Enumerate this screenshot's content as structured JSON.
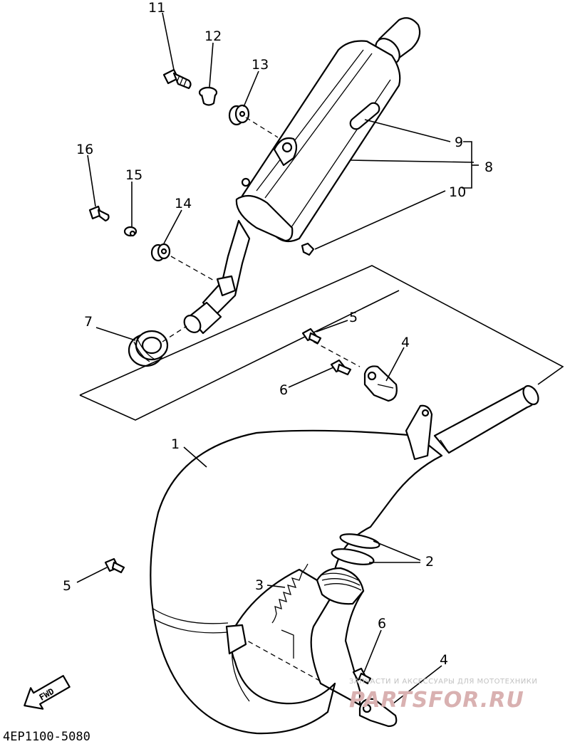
{
  "diagram": {
    "callouts": [
      {
        "id": "c1",
        "text": "1"
      },
      {
        "id": "c2",
        "text": "2"
      },
      {
        "id": "c3",
        "text": "3"
      },
      {
        "id": "c4a",
        "text": "4"
      },
      {
        "id": "c4b",
        "text": "4"
      },
      {
        "id": "c5a",
        "text": "5"
      },
      {
        "id": "c5b",
        "text": "5"
      },
      {
        "id": "c6a",
        "text": "6"
      },
      {
        "id": "c6b",
        "text": "6"
      },
      {
        "id": "c7",
        "text": "7"
      },
      {
        "id": "c8",
        "text": "8"
      },
      {
        "id": "c9",
        "text": "9"
      },
      {
        "id": "c10",
        "text": "10"
      },
      {
        "id": "c11",
        "text": "11"
      },
      {
        "id": "c12",
        "text": "12"
      },
      {
        "id": "c13",
        "text": "13"
      },
      {
        "id": "c14",
        "text": "14"
      },
      {
        "id": "c15",
        "text": "15"
      },
      {
        "id": "c16",
        "text": "16"
      }
    ],
    "direction_arrow": "FWD",
    "drawing_code": "4EP1100-5080"
  },
  "watermark": {
    "tagline": "ЗАПЧАСТИ И АКСЕССУАРЫ ДЛЯ МОТОТЕХНИКИ",
    "brand": "PARTSFOR.RU",
    "color": "#d9b1b1"
  }
}
